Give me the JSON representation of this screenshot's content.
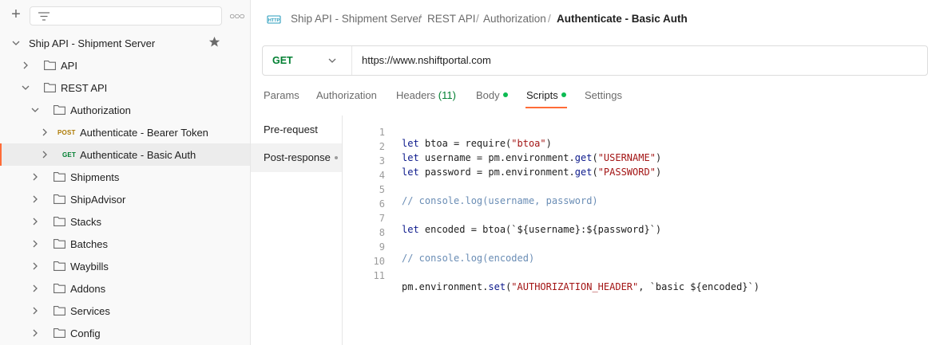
{
  "sidebar": {
    "collection": "Ship API - Shipment Server",
    "items": [
      {
        "label": "API",
        "kind": "folder"
      },
      {
        "label": "REST API",
        "kind": "folder"
      },
      {
        "label": "Authorization",
        "kind": "folder"
      },
      {
        "label": "Authenticate - Bearer Token",
        "kind": "request",
        "method": "POST"
      },
      {
        "label": "Authenticate - Basic Auth",
        "kind": "request",
        "method": "GET"
      },
      {
        "label": "Shipments",
        "kind": "folder"
      },
      {
        "label": "ShipAdvisor",
        "kind": "folder"
      },
      {
        "label": "Stacks",
        "kind": "folder"
      },
      {
        "label": "Batches",
        "kind": "folder"
      },
      {
        "label": "Waybills",
        "kind": "folder"
      },
      {
        "label": "Addons",
        "kind": "folder"
      },
      {
        "label": "Services",
        "kind": "folder"
      },
      {
        "label": "Config",
        "kind": "folder"
      }
    ]
  },
  "breadcrumb": {
    "items": [
      "Ship API - Shipment Server",
      "REST API",
      "Authorization"
    ],
    "current": "Authenticate - Basic Auth",
    "separator": "/"
  },
  "request": {
    "method": "GET",
    "url": "https://www.nshiftportal.com"
  },
  "tabs": {
    "params": "Params",
    "authorization": "Authorization",
    "headers": "Headers",
    "headers_count": "(11)",
    "body": "Body",
    "scripts": "Scripts",
    "settings": "Settings"
  },
  "scripts": {
    "pre_request": "Pre-request",
    "post_response": "Post-response"
  },
  "editor": {
    "line_numbers": [
      "1",
      "2",
      "3",
      "4",
      "5",
      "6",
      "7",
      "8",
      "9",
      "10",
      "11"
    ]
  },
  "colors": {
    "accent": "#ff6c37",
    "get": "#007f31",
    "post": "#ad7a03",
    "dot": "#0cbb52"
  }
}
